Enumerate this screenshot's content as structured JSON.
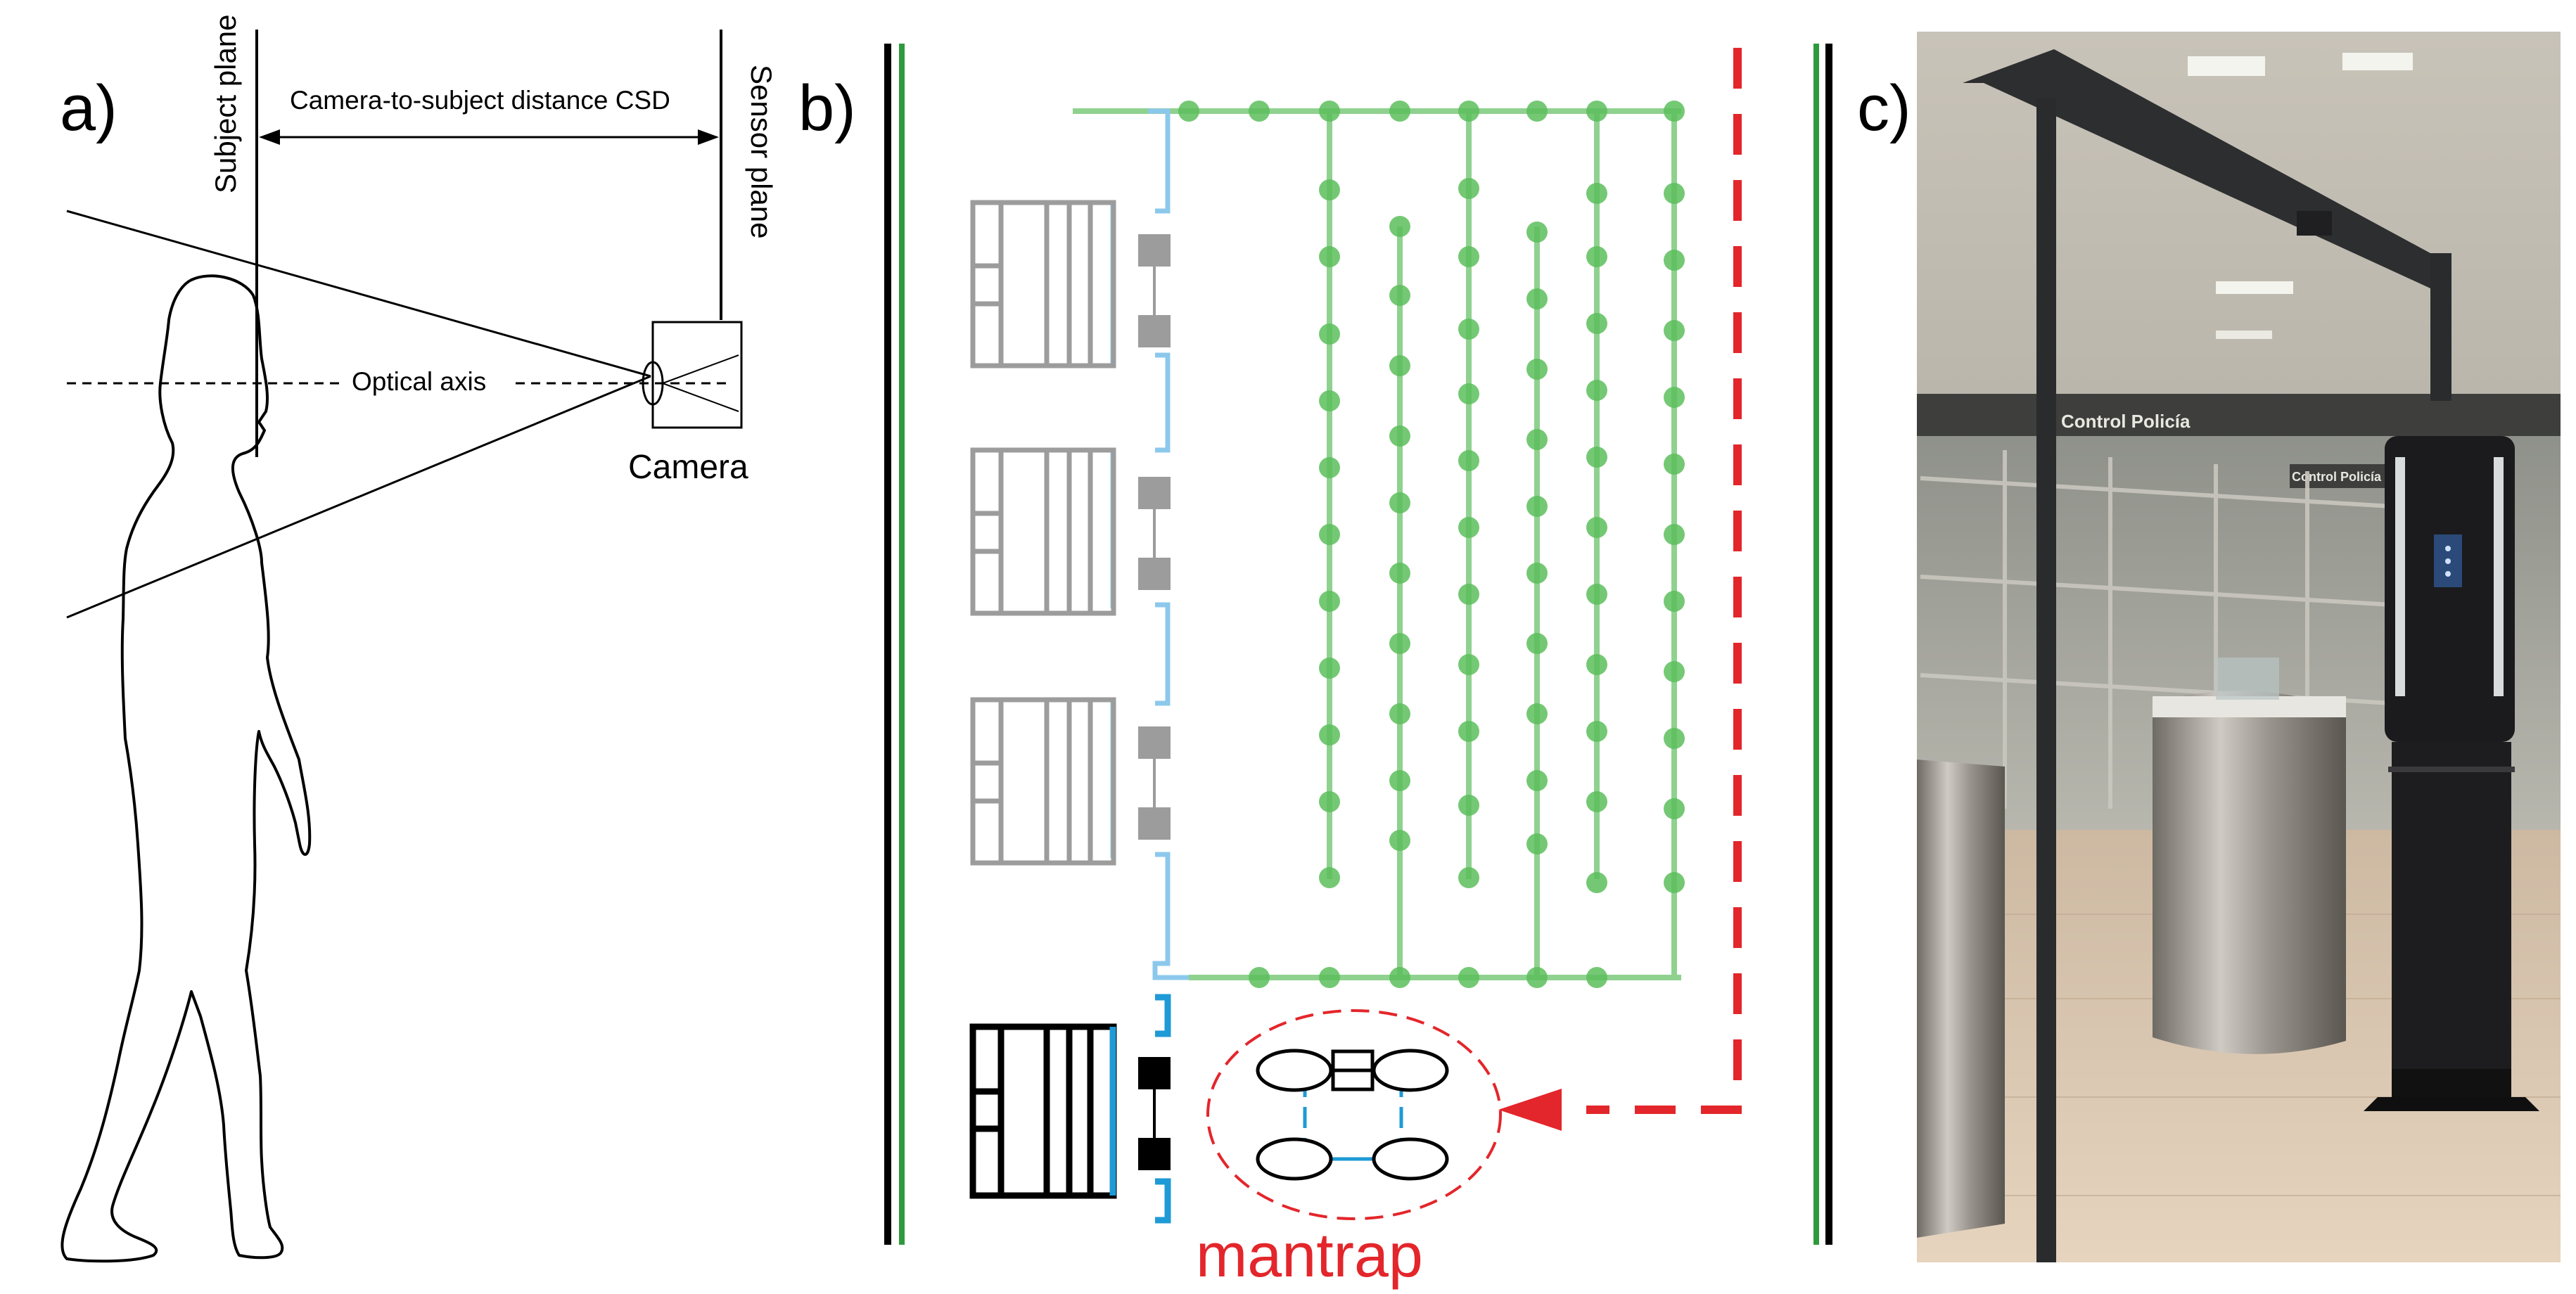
{
  "panels": {
    "a": {
      "label": "a)",
      "subject_plane_label": "Subject plane",
      "distance_label": "Camera-to-subject distance CSD",
      "sensor_plane_label": "Sensor plane",
      "optical_axis_label": "Optical axis",
      "camera_label": "Camera"
    },
    "b": {
      "label": "b)",
      "mantrap_label": "mantrap"
    },
    "c": {
      "label": "c)",
      "sign_main": "Control Policía",
      "sign_secondary": "Control Policía"
    }
  },
  "colors": {
    "ink": "#000000",
    "queue_green": "#8fd18f",
    "queue_dot": "#5cbf5c",
    "wall_green": "#2e9a3c",
    "booth_gray": "#9c9c9c",
    "barrier_light_blue": "#8cc8ec",
    "barrier_blue": "#1e9ad6",
    "mantrap_red": "#e3262b"
  }
}
